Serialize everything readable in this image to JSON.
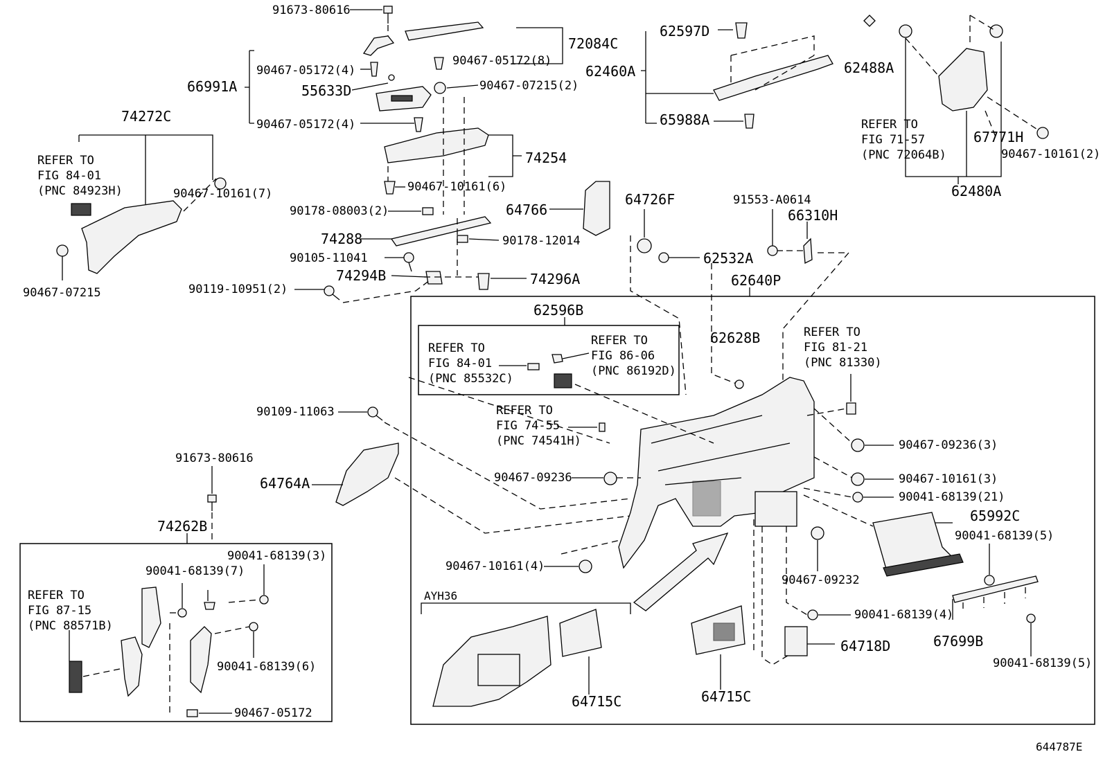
{
  "diagram_id": "644787E",
  "variant_box_label": "AYH36",
  "labels": {
    "p91673_80616_top": "91673-80616",
    "p72084C": "72084C",
    "p90467_05172_8": "90467-05172(8)",
    "p66991A": "66991A",
    "p90467_05172_4a": "90467-05172(4)",
    "p55633D": "55633D",
    "p90467_07215_2": "90467-07215(2)",
    "p90467_05172_4b": "90467-05172(4)",
    "p74272C": "74272C",
    "p74254": "74254",
    "p90467_10161_6": "90467-10161(6)",
    "p90467_10161_7": "90467-10161(7)",
    "p90178_08003_2": "90178-08003(2)",
    "p74288": "74288",
    "p90178_12014": "90178-12014",
    "p90105_11041": "90105-11041",
    "p74294B": "74294B",
    "p74296A": "74296A",
    "p90119_10951_2": "90119-10951(2)",
    "p90467_07215": "90467-07215",
    "p62597D": "62597D",
    "p62460A": "62460A",
    "p65988A": "65988A",
    "p62488A": "62488A",
    "p67771H": "67771H",
    "p90467_10161_2": "90467-10161(2)",
    "p62480A": "62480A",
    "p64766": "64766",
    "p64726F": "64726F",
    "p91553_A0614": "91553-A0614",
    "p66310H": "66310H",
    "p62532A": "62532A",
    "p62640P": "62640P",
    "p62596B": "62596B",
    "p62628B": "62628B",
    "p90109_11063": "90109-11063",
    "p64764A": "64764A",
    "p91673_80616_mid": "91673-80616",
    "p74262B": "74262B",
    "p90467_09236_3": "90467-09236(3)",
    "p90467_10161_3": "90467-10161(3)",
    "p90041_68139_21": "90041-68139(21)",
    "p65992C": "65992C",
    "p90041_68139_5a": "90041-68139(5)",
    "p90467_09236": "90467-09236",
    "p90467_10161_4": "90467-10161(4)",
    "p90467_09232": "90467-09232",
    "p90041_68139_4": "90041-68139(4)",
    "p67699B": "67699B",
    "p90041_68139_5b": "90041-68139(5)",
    "p64718D": "64718D",
    "p64715C_a": "64715C",
    "p64715C_b": "64715C",
    "p90041_68139_3": "90041-68139(3)",
    "p90041_68139_7": "90041-68139(7)",
    "p90041_68139_6": "90041-68139(6)",
    "p90467_05172": "90467-05172"
  },
  "references": {
    "r84923H": [
      "REFER TO",
      "FIG 84-01",
      "(PNC 84923H)"
    ],
    "r72064B": [
      "REFER TO",
      "FIG 71-57",
      "(PNC 72064B)"
    ],
    "r85532C": [
      "REFER TO",
      "FIG 84-01",
      "(PNC 85532C)"
    ],
    "r86192D": [
      "REFER TO",
      "FIG 86-06",
      "(PNC 86192D)"
    ],
    "r81330": [
      "REFER TO",
      "FIG 81-21",
      "(PNC 81330)"
    ],
    "r74541H": [
      "REFER TO",
      "FIG 74-55",
      "(PNC 74541H)"
    ],
    "r88571B": [
      "REFER TO",
      "FIG 87-15",
      "(PNC 88571B)"
    ]
  }
}
